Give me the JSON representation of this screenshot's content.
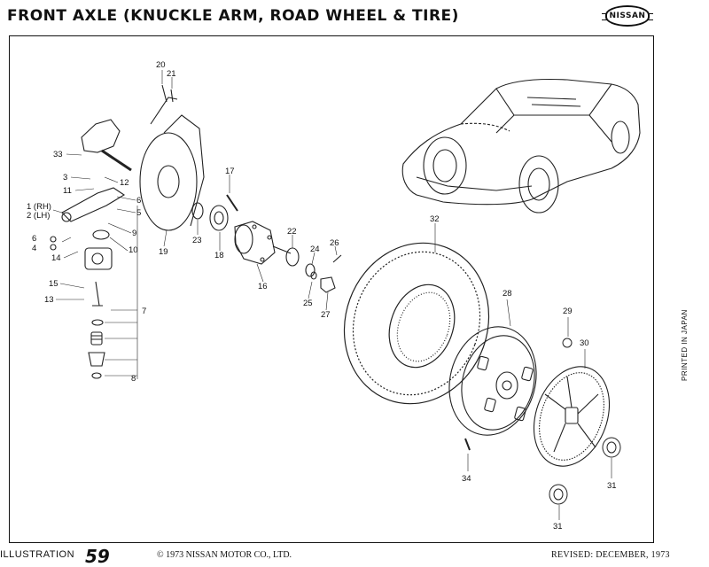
{
  "header": {
    "title": "FRONT AXLE  (KNUCKLE ARM, ROAD WHEEL & TIRE)",
    "logo_text": "NISSAN"
  },
  "diagram": {
    "callouts": [
      {
        "id": "c20",
        "text": "20"
      },
      {
        "id": "c21",
        "text": "21"
      },
      {
        "id": "c33",
        "text": "33"
      },
      {
        "id": "c3",
        "text": "3"
      },
      {
        "id": "c12",
        "text": "12"
      },
      {
        "id": "c11",
        "text": "11"
      },
      {
        "id": "c6a",
        "text": "6"
      },
      {
        "id": "c5",
        "text": "5"
      },
      {
        "id": "c1",
        "text": "1 (RH)"
      },
      {
        "id": "c2",
        "text": "2 (LH)"
      },
      {
        "id": "c9",
        "text": "9"
      },
      {
        "id": "c6b",
        "text": "6"
      },
      {
        "id": "c4",
        "text": "4"
      },
      {
        "id": "c10",
        "text": "10"
      },
      {
        "id": "c14",
        "text": "14"
      },
      {
        "id": "c19",
        "text": "19"
      },
      {
        "id": "c17",
        "text": "17"
      },
      {
        "id": "c23",
        "text": "23"
      },
      {
        "id": "c18",
        "text": "18"
      },
      {
        "id": "c22",
        "text": "22"
      },
      {
        "id": "c24",
        "text": "24"
      },
      {
        "id": "c26",
        "text": "26"
      },
      {
        "id": "c16",
        "text": "16"
      },
      {
        "id": "c25",
        "text": "25"
      },
      {
        "id": "c27",
        "text": "27"
      },
      {
        "id": "c15",
        "text": "15"
      },
      {
        "id": "c13",
        "text": "13"
      },
      {
        "id": "c7",
        "text": "7"
      },
      {
        "id": "c8",
        "text": "8"
      },
      {
        "id": "c32",
        "text": "32"
      },
      {
        "id": "c28",
        "text": "28"
      },
      {
        "id": "c29",
        "text": "29"
      },
      {
        "id": "c30",
        "text": "30"
      },
      {
        "id": "c34",
        "text": "34"
      },
      {
        "id": "c31a",
        "text": "31"
      },
      {
        "id": "c31b",
        "text": "31"
      }
    ]
  },
  "side_text": "PRINTED IN JAPAN",
  "footer": {
    "illustration_label": "ILLUSTRATION",
    "illustration_number": "59",
    "copyright": "© 1973 NISSAN MOTOR CO., LTD.",
    "revised": "REVISED: DECEMBER, 1973"
  }
}
